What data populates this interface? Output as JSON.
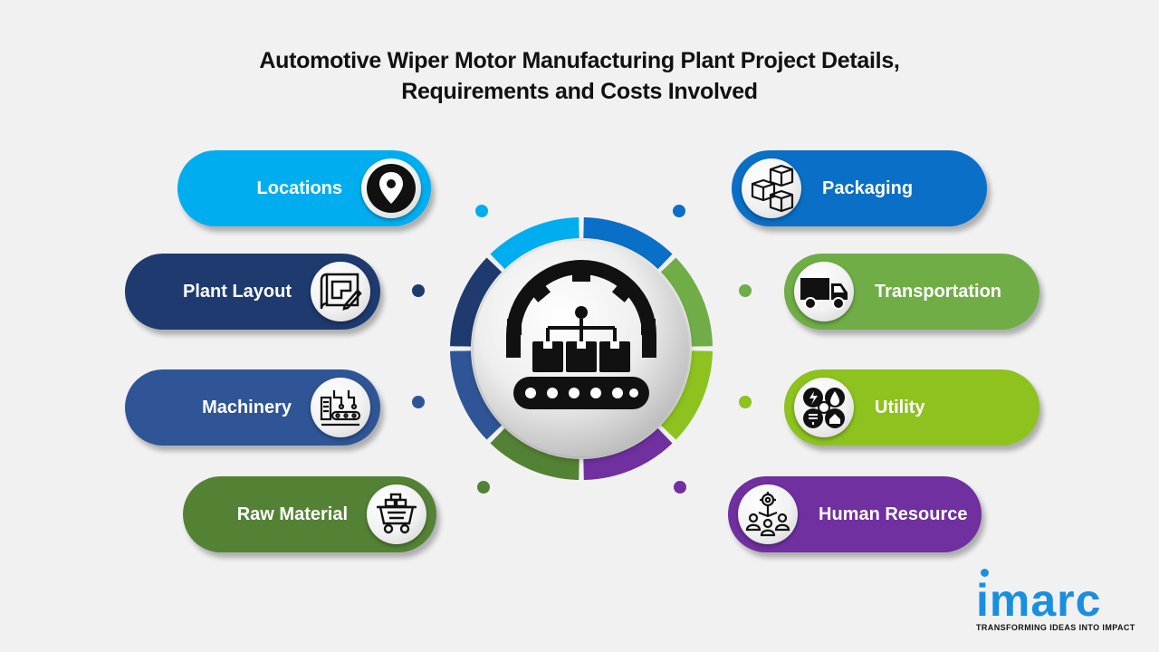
{
  "title": {
    "line1": "Automotive Wiper Motor Manufacturing Plant Project Details,",
    "line2": "Requirements and Costs Involved"
  },
  "items": [
    {
      "label": "Locations",
      "color": "#00aeef",
      "icon": "location-pin-icon"
    },
    {
      "label": "Plant Layout",
      "color": "#1e3a6e",
      "icon": "blueprint-icon"
    },
    {
      "label": "Machinery",
      "color": "#2f5597",
      "icon": "machinery-icon"
    },
    {
      "label": "Raw Material",
      "color": "#548235",
      "icon": "mine-cart-icon"
    },
    {
      "label": "Packaging",
      "color": "#0a6fc7",
      "icon": "boxes-icon"
    },
    {
      "label": "Transportation",
      "color": "#70ad47",
      "icon": "truck-icon"
    },
    {
      "label": "Utility",
      "color": "#8dc21f",
      "icon": "utility-icon"
    },
    {
      "label": "Human Resource",
      "color": "#7030a0",
      "icon": "people-gear-icon"
    }
  ],
  "hub": {
    "icon": "gear-conveyor-icon"
  },
  "logo": {
    "name": "imarc",
    "tagline": "TRANSFORMING IDEAS INTO IMPACT",
    "color": "#1a8fe0"
  }
}
